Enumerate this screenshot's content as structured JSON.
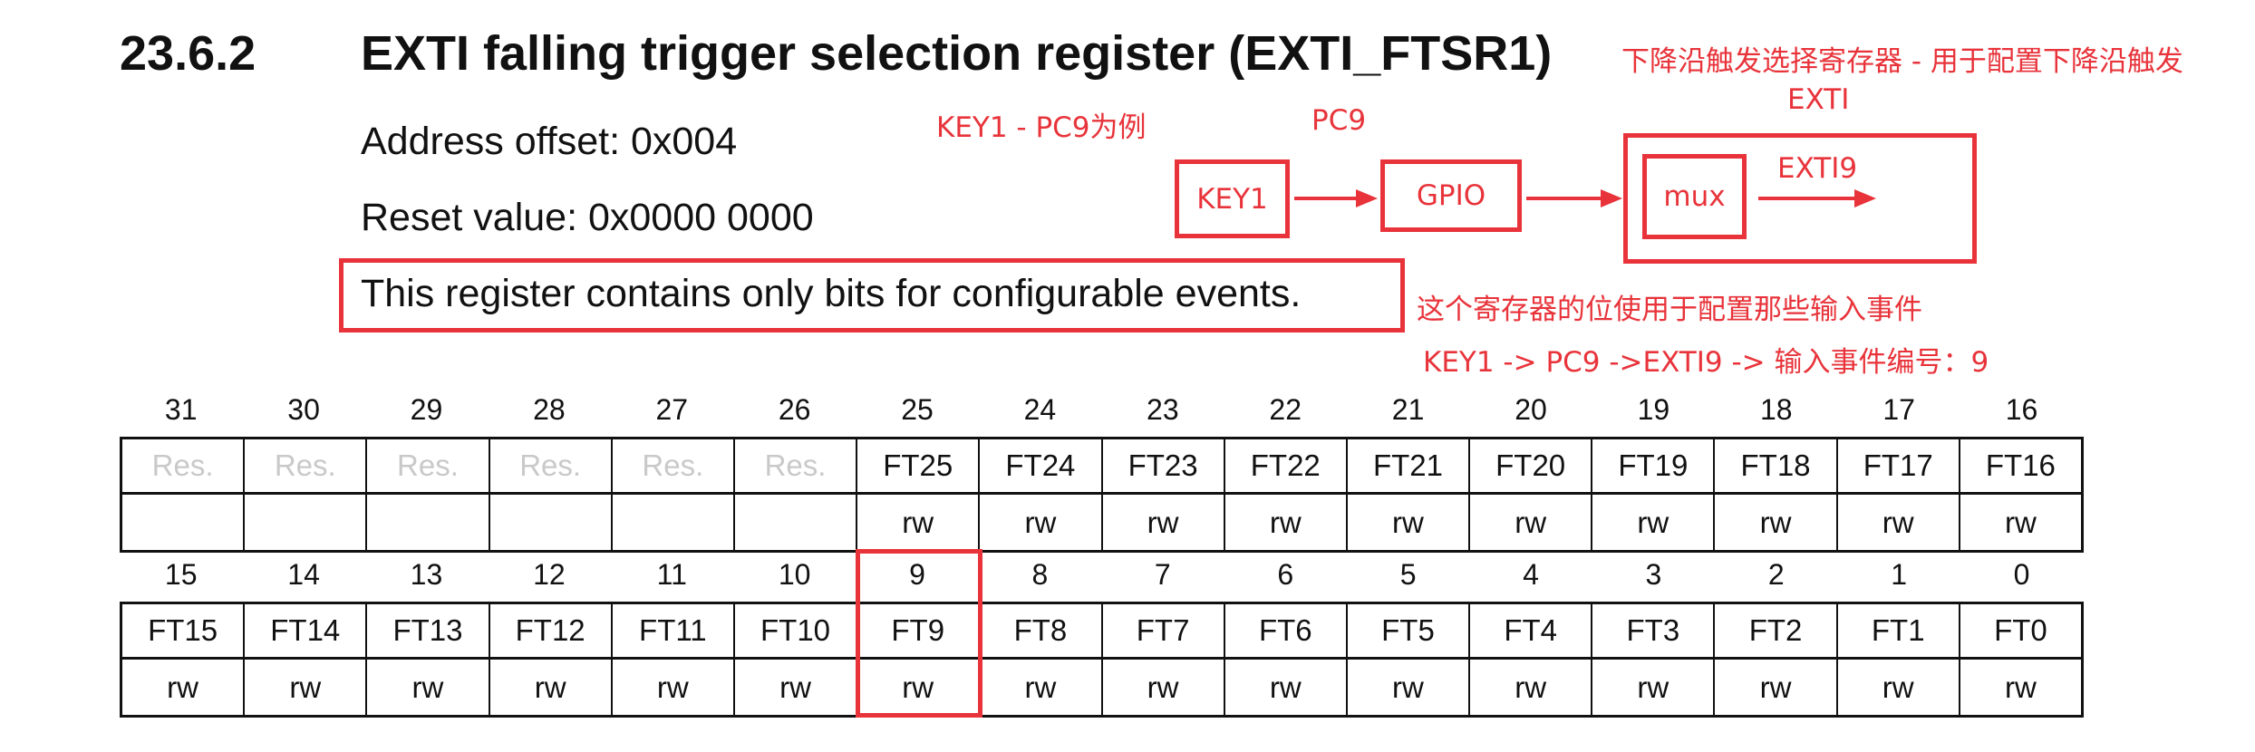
{
  "section": {
    "number": "23.6.2",
    "title": "EXTI falling trigger selection register (EXTI_FTSR1)"
  },
  "info": {
    "address_offset": "Address offset: 0x004",
    "reset_value": "Reset value: 0x0000 0000",
    "description": "This register contains only bits for configurable events."
  },
  "annotations": {
    "title_note_line1": "下降沿触发选择寄存器 - 用于配置下降沿触发",
    "title_note_line2": "EXTI",
    "example": "KEY1 - PC9为例",
    "pc9": "PC9",
    "exti9": "EXTI9",
    "desc_note": "这个寄存器的位使用于配置那些输入事件",
    "mapping": "KEY1 -> PC9 ->EXTI9 -> 输入事件编号：9"
  },
  "diagram": {
    "key1": "KEY1",
    "gpio": "GPIO",
    "mux": "mux"
  },
  "upper": {
    "bits": [
      "31",
      "30",
      "29",
      "28",
      "27",
      "26",
      "25",
      "24",
      "23",
      "22",
      "21",
      "20",
      "19",
      "18",
      "17",
      "16"
    ],
    "fields": [
      "Res.",
      "Res.",
      "Res.",
      "Res.",
      "Res.",
      "Res.",
      "FT25",
      "FT24",
      "FT23",
      "FT22",
      "FT21",
      "FT20",
      "FT19",
      "FT18",
      "FT17",
      "FT16"
    ],
    "access": [
      "",
      "",
      "",
      "",
      "",
      "",
      "rw",
      "rw",
      "rw",
      "rw",
      "rw",
      "rw",
      "rw",
      "rw",
      "rw",
      "rw"
    ]
  },
  "lower": {
    "bits": [
      "15",
      "14",
      "13",
      "12",
      "11",
      "10",
      "9",
      "8",
      "7",
      "6",
      "5",
      "4",
      "3",
      "2",
      "1",
      "0"
    ],
    "fields": [
      "FT15",
      "FT14",
      "FT13",
      "FT12",
      "FT11",
      "FT10",
      "FT9",
      "FT8",
      "FT7",
      "FT6",
      "FT5",
      "FT4",
      "FT3",
      "FT2",
      "FT1",
      "FT0"
    ],
    "access": [
      "rw",
      "rw",
      "rw",
      "rw",
      "rw",
      "rw",
      "rw",
      "rw",
      "rw",
      "rw",
      "rw",
      "rw",
      "rw",
      "rw",
      "rw",
      "rw"
    ]
  },
  "colors": {
    "annotation": "#e8333a",
    "reserved": "#c9c9c9"
  }
}
